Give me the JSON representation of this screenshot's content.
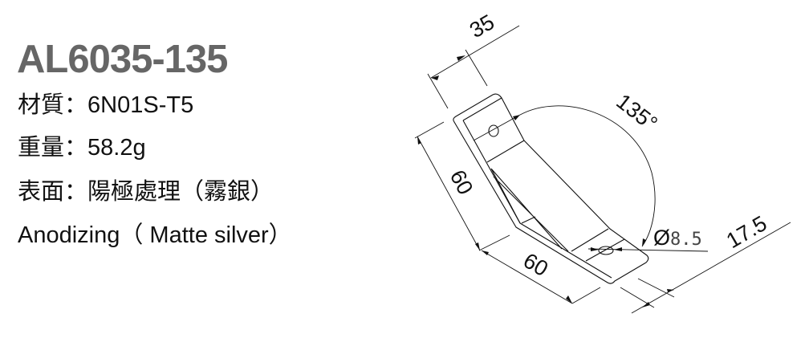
{
  "product": {
    "model": "AL6035-135",
    "specs": [
      {
        "label": "材質",
        "sep": "：",
        "value": "6N01S-T5"
      },
      {
        "label": "重量",
        "sep": "：",
        "value": "58.2g"
      },
      {
        "label": "表面",
        "sep": "：",
        "value": "陽極處理（霧銀）"
      }
    ],
    "finish_en": "Anodizing（ Matte silver）"
  },
  "drawing": {
    "dim_width": "35",
    "dim_leg_vertical": "60",
    "dim_leg_horizontal": "60",
    "dim_angle": "135°",
    "dim_hole_symbol": "Ø",
    "dim_hole": "8.5",
    "dim_offset": "17.5"
  }
}
